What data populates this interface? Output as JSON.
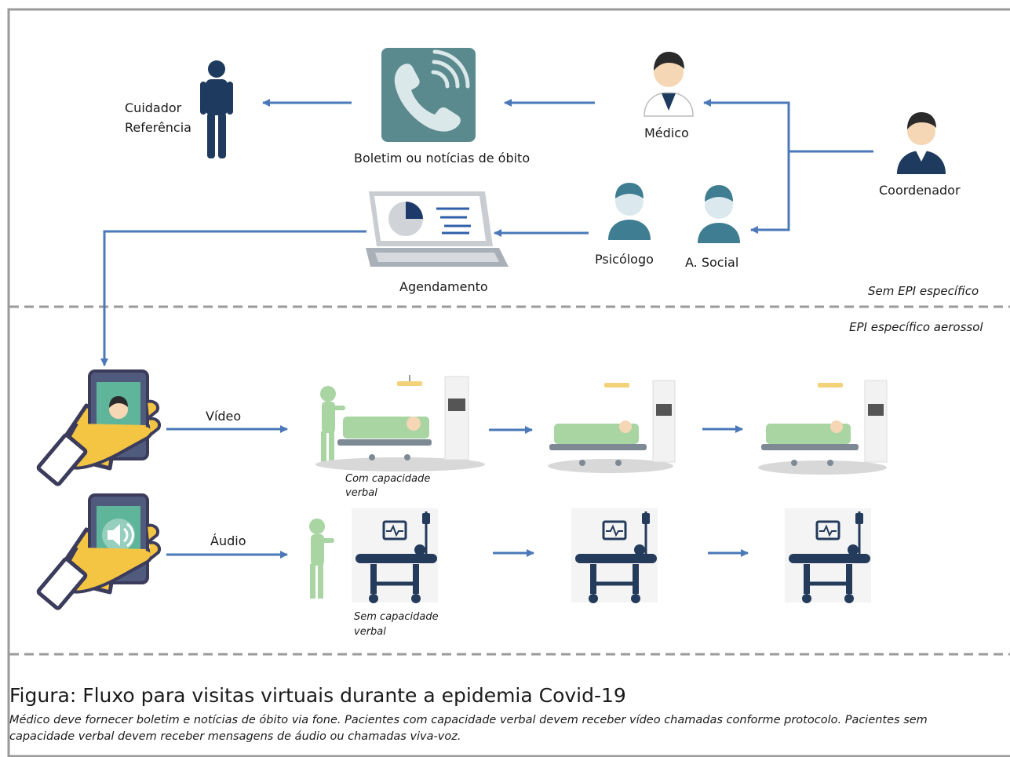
{
  "nodes": {
    "cuidador_line1": "Cuidador",
    "cuidador_line2": "Referência",
    "boletim": "Boletim ou notícias de óbito",
    "medico": "Médico",
    "coordenador": "Coordenador",
    "psicologo": "Psicólogo",
    "assistente_social": "A. Social",
    "agendamento": "Agendamento",
    "video": "Vídeo",
    "audio": "Áudio"
  },
  "zones": {
    "upper": "Sem EPI específico",
    "lower": "EPI específico aerossol"
  },
  "patients": {
    "verbal_line1": "Com capacidade",
    "verbal_line2": "verbal",
    "nonverbal_line1": "Sem capacidade",
    "nonverbal_line2": "verbal"
  },
  "figure": {
    "title": "Figura: Fluxo para visitas virtuais durante a epidemia Covid-19",
    "caption": "Médico  deve  fornecer boletim e notícias de óbito via fone. Pacientes com capacidade verbal devem receber vídeo chamadas conforme protocolo. Pacientes sem capacidade verbal devem receber mensagens de áudio ou chamadas viva-voz."
  },
  "colors": {
    "arrow": "#4a78b8",
    "phone_tile": "#5b8a8e",
    "person_navy": "#1e3a5f",
    "staff_teal": "#3f7d93",
    "hand_yellow": "#f4c542",
    "phone_outline": "#3b3b5c",
    "bed_green": "#a8d5a2",
    "bed_navy": "#243b5c"
  },
  "icons": [
    "person-standing-icon",
    "phone-call-icon",
    "doctor-icon",
    "coordinator-icon",
    "psychologist-icon",
    "social-worker-icon",
    "laptop-chart-icon",
    "video-phone-hand-icon",
    "audio-phone-hand-icon",
    "hospital-bed-icon",
    "icu-bed-icon"
  ]
}
